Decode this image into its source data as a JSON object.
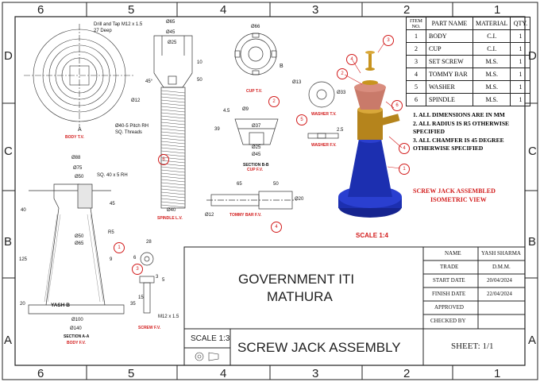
{
  "zones": {
    "top": [
      "6",
      "5",
      "4",
      "3",
      "2",
      "1"
    ],
    "side": [
      "D",
      "C",
      "B",
      "A"
    ]
  },
  "parts_table": {
    "headers": [
      "ITEM NO.",
      "PART NAME",
      "MATERIAL",
      "QTY."
    ],
    "rows": [
      [
        "1",
        "BODY",
        "C.I.",
        "1"
      ],
      [
        "2",
        "CUP",
        "C.I.",
        "1"
      ],
      [
        "3",
        "SET SCREW",
        "M.S.",
        "1"
      ],
      [
        "4",
        "TOMMY BAR",
        "M.S.",
        "1"
      ],
      [
        "5",
        "WASHER",
        "M.S.",
        "1"
      ],
      [
        "6",
        "SPINDLE",
        "M.S.",
        "1"
      ]
    ]
  },
  "notes": [
    "1.  ALL DIMENSIONS ARE IN MM",
    "2.  ALL RADIUS IS R5 OTHERWISE SPECIFIED",
    "3.  ALL CHAMFER IS 45 DEGREE OTHERWISE SPECIFIED"
  ],
  "iso": {
    "title_line1": "SCREW JACK ASSEMBLED",
    "title_line2": "ISOMETRIC VIEW",
    "scale": "SCALE 1:4"
  },
  "views": {
    "body_tv": "BODY T.V.",
    "spindle_lv": "SPINDLE L.V.",
    "cup_tv": "CUP T.V.",
    "section_bb": "SECTION B-B",
    "cup_fv": "CUP F.V.",
    "washer_tv": "WASHER T.V.",
    "washer_fv": "WASHER F.V.",
    "tommy_fv": "TOMMY BAR F.V.",
    "section_aa": "SECTION A-A",
    "body_fv": "BODY F.V.",
    "screw_fv": "SCREW F.V."
  },
  "dims": {
    "drill_tap": "Drill and Tap M12 x 1.5",
    "deep": "27 Deep",
    "d65": "Ø65",
    "d45": "Ø45",
    "d25": "Ø25",
    "d12": "Ø12",
    "d10": "10",
    "d50": "50",
    "a45": "45°",
    "pitch": "Ø40-5 Pitch RH",
    "sq": "SQ. Threads",
    "d40": "Ø40",
    "cup66": "Ø66",
    "cup9": "Ø9",
    "cup37": "Ø37",
    "cup25": "Ø25",
    "cup45": "Ø45",
    "cup39": "39",
    "cup45h": "4.5",
    "w13": "Ø13",
    "w33": "Ø33",
    "w25": "2.5",
    "t65": "65",
    "t50": "50",
    "t12": "Ø12",
    "t20": "Ø20",
    "b88": "Ø88",
    "b75": "Ø75",
    "b50": "Ø50",
    "sq40": "SQ. 40 x 5 RH",
    "r5": "R5",
    "b50b": "Ø50",
    "b65": "Ø65",
    "b40": "40",
    "b45": "45",
    "b125": "125",
    "b20": "20",
    "b100": "Ø100",
    "b140": "Ø140",
    "b9": "9",
    "label_yash": "YASH B",
    "s28": "28",
    "s6": "6",
    "s3": "3",
    "s5": "5",
    "s35": "35",
    "s15": "15",
    "m12": "M12 x 1.5",
    "A": "A",
    "B": "B"
  },
  "title_block": {
    "institute_line1": "GOVERNMENT ITI",
    "institute_line2": "MATHURA",
    "scale": "SCALE 1:3",
    "title": "SCREW JACK ASSEMBLY",
    "sheet": "SHEET: 1/1",
    "fields": [
      {
        "label": "NAME",
        "value": "YASH SHARMA"
      },
      {
        "label": "TRADE",
        "value": "D.M.M."
      },
      {
        "label": "START DATE",
        "value": "20/04/2024"
      },
      {
        "label": "FINISH DATE",
        "value": "22/04/2024"
      },
      {
        "label": "APPROVED",
        "value": ""
      },
      {
        "label": "CHECKED BY",
        "value": ""
      }
    ]
  },
  "balloons": [
    "1",
    "2",
    "3",
    "4",
    "5",
    "6"
  ],
  "colors": {
    "body": "#1c2fb0",
    "cup": "#c97a6a",
    "brass": "#c8941f",
    "red": "#d21b1b"
  }
}
